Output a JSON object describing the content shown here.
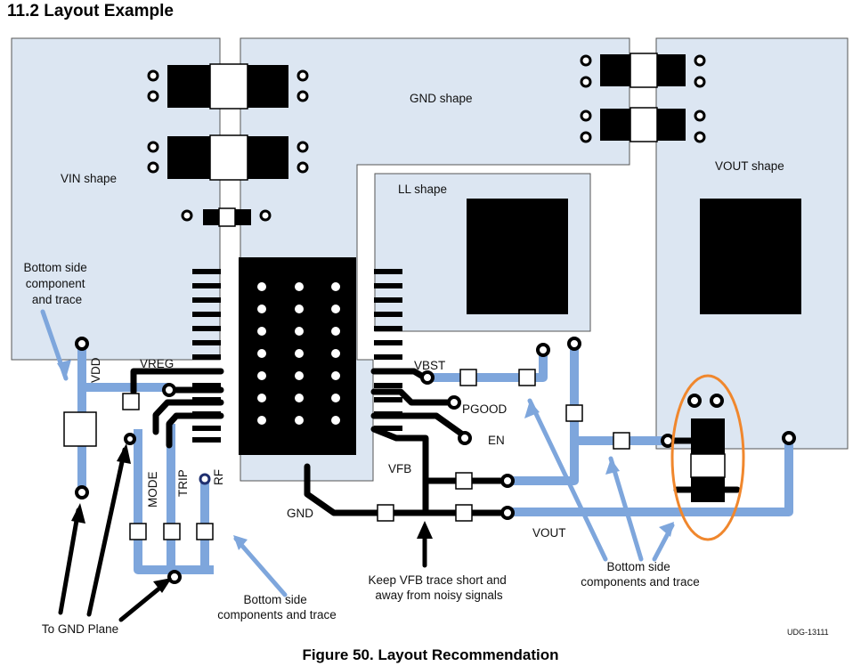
{
  "section_title": "11.2  Layout Example",
  "figure_caption": "Figure 50.  Layout Recommendation",
  "shapes": {
    "vin": "VIN shape",
    "gnd": "GND shape",
    "ll": "LL shape",
    "vout": "VOUT shape"
  },
  "pins": {
    "vdd": "VDD",
    "vreg": "VREG",
    "vbst": "VBST",
    "pgood": "PGOOD",
    "en": "EN",
    "vfb": "VFB",
    "gnd": "GND",
    "vout": "VOUT",
    "mode": "MODE",
    "trip": "TRIP",
    "rf": "RF"
  },
  "annotations": {
    "bottom_left": [
      "Bottom side",
      "component",
      "and trace"
    ],
    "bottom_center": [
      "Bottom side",
      "components and trace"
    ],
    "bottom_right": [
      "Bottom side",
      "components and trace"
    ],
    "vfb_note": [
      "Keep VFB trace short and",
      "away from noisy signals"
    ],
    "gnd_plane": "To GND Plane"
  },
  "doc_id": "UDG-13111",
  "colors": {
    "shape_fill": "#dce6f2",
    "shape_stroke": "#555555",
    "bottom_trace": "#7ea6dc",
    "top_trace": "#111111",
    "highlight_ellipse": "#f0872d"
  }
}
